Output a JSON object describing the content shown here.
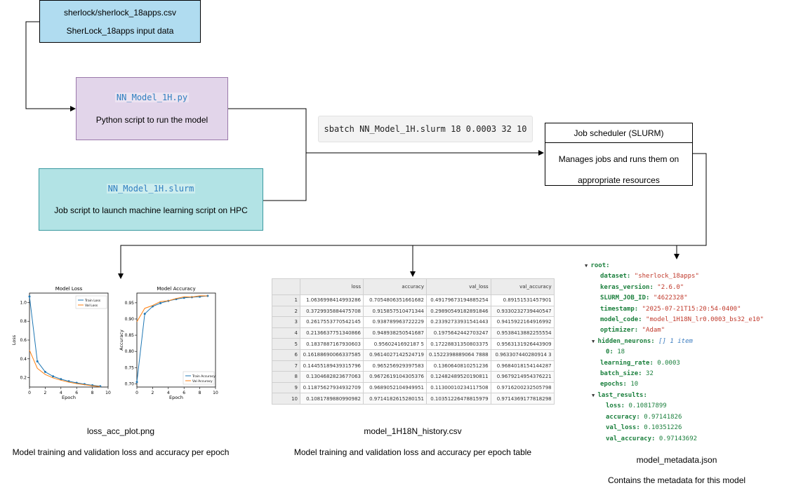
{
  "nodes": {
    "csv": {
      "file": "sherlock/sherlock_18apps.csv",
      "desc": "SherLock_18apps input data",
      "color": "#b0dcf0"
    },
    "py": {
      "file": "NN_Model_1H.py",
      "desc": "Python script to run the model",
      "color": "#e2d5ea"
    },
    "slurm_script": {
      "file": "NN_Model_1H.slurm",
      "desc": "Job script to launch machine learning script on HPC",
      "color": "#b2e3e5"
    },
    "command": "sbatch NN_Model_1H.slurm 18 0.0003 32 10",
    "scheduler": {
      "title": "Job scheduler (SLURM)",
      "line1": "Manages jobs and runs them on",
      "line2": "appropriate resources"
    }
  },
  "outputs": {
    "plot": {
      "file": "loss_acc_plot.png",
      "desc": "Model training and validation loss and accuracy per epoch"
    },
    "history": {
      "file": "model_1H18N_history.csv",
      "desc": "Model training and validation loss and accuracy per epoch table"
    },
    "metadata": {
      "file": "model_metadata.json",
      "desc": "Contains the metadata for this model"
    }
  },
  "history_table": {
    "columns": [
      "loss",
      "accuracy",
      "val_loss",
      "val_accuracy"
    ],
    "rows": [
      [
        "1",
        "1.0636998414993286",
        "0.7054806351661682",
        "0.49179673194885254",
        "0.89151531457901"
      ],
      [
        "2",
        "0.3729935884475708",
        "0.915857510471344",
        "0.29890549182891846",
        "0.9330232739440547"
      ],
      [
        "3",
        "0.2617553770542145",
        "0.938789963722229",
        "0.23392733931541443",
        "0.9415922164916992"
      ],
      [
        "4",
        "0.2136637751340866",
        "0.948938250541687",
        "0.1975642442703247",
        "0.9538413882255554"
      ],
      [
        "5",
        "0.1837887167930603",
        "0.9560241692187 5",
        "0.17228831350803375",
        "0.9563131926443909"
      ],
      [
        "6",
        "0.16188690066337585",
        "0.9614027142524719",
        "0.1522398889064 7888",
        "0.963307440280914 3"
      ],
      [
        "7",
        "0.14455189439315796",
        "0.965256929397583",
        "0.1360640810251236",
        "0.9684018154144287"
      ],
      [
        "8",
        "0.1304682823677063",
        "0.9672619104305376",
        "0.12482489520190811",
        "0.9679214954376221"
      ],
      [
        "9",
        "0.11875627934932709",
        "0.9689052104949951",
        "0.11300010234117508",
        "0.9716200232505798"
      ],
      [
        "10",
        "0.1081789880990982",
        "0.9714182615280151",
        "0.10351226478815979",
        "0.9714369177818298"
      ]
    ]
  },
  "metadata_json": {
    "root_key": "root:",
    "dataset": {
      "key": "dataset:",
      "value": "\"sherlock_18apps\""
    },
    "keras_version": {
      "key": "keras_version:",
      "value": "\"2.6.0\""
    },
    "slurm_job_id": {
      "key": "SLURM_JOB_ID:",
      "value": "\"4622328\""
    },
    "timestamp": {
      "key": "timestamp:",
      "value": "\"2025-07-21T15:20:54-0400\""
    },
    "model_code": {
      "key": "model_code:",
      "value": "\"model_1H18N_lr0.0003_bs32_e10\""
    },
    "optimizer": {
      "key": "optimizer:",
      "value": "\"Adam\""
    },
    "hidden_neurons": {
      "key": "hidden_neurons:",
      "summary": "[] 1 item",
      "item_key": "0:",
      "item_value": "18"
    },
    "learning_rate": {
      "key": "learning_rate:",
      "value": "0.0003"
    },
    "batch_size": {
      "key": "batch_size:",
      "value": "32"
    },
    "epochs": {
      "key": "epochs:",
      "value": "10"
    },
    "last_results": {
      "key": "last_results:",
      "loss": {
        "key": "loss:",
        "value": "0.10817899"
      },
      "accuracy": {
        "key": "accuracy:",
        "value": "0.97141826"
      },
      "val_loss": {
        "key": "val_loss:",
        "value": "0.10351226"
      },
      "val_accuracy": {
        "key": "val_accuracy:",
        "value": "0.97143692"
      }
    }
  },
  "chart_data": [
    {
      "type": "line",
      "title": "Model Loss",
      "xlabel": "Epoch",
      "ylabel": "Loss",
      "xlim": [
        0,
        10
      ],
      "ylim": [
        0.1,
        1.1
      ],
      "xticks": [
        0,
        2,
        4,
        6,
        8,
        10
      ],
      "yticks": [
        0.2,
        0.4,
        0.6,
        0.8,
        1.0
      ],
      "legend": "top-right",
      "series": [
        {
          "name": "Train Loss",
          "color": "#1f77b4",
          "marker": "circle",
          "x": [
            0,
            1,
            2,
            3,
            4,
            5,
            6,
            7,
            8,
            9
          ],
          "y": [
            1.0637,
            0.373,
            0.2618,
            0.2137,
            0.1838,
            0.1619,
            0.1446,
            0.1305,
            0.1188,
            0.1082
          ]
        },
        {
          "name": "Val Loss",
          "color": "#ff7f0e",
          "x": [
            0,
            1,
            2,
            3,
            4,
            5,
            6,
            7,
            8,
            9
          ],
          "y": [
            0.4918,
            0.2989,
            0.2339,
            0.1976,
            0.1723,
            0.1522,
            0.1361,
            0.1248,
            0.113,
            0.1035
          ]
        }
      ]
    },
    {
      "type": "line",
      "title": "Model Accuracy",
      "xlabel": "Epoch",
      "ylabel": "Accuracy",
      "xlim": [
        0,
        10
      ],
      "ylim": [
        0.69,
        0.98
      ],
      "xticks": [
        0,
        2,
        4,
        6,
        8,
        10
      ],
      "yticks": [
        0.7,
        0.75,
        0.8,
        0.85,
        0.9,
        0.95
      ],
      "legend": "bottom-right",
      "series": [
        {
          "name": "Train Accuracy",
          "color": "#1f77b4",
          "marker": "circle",
          "x": [
            0,
            1,
            2,
            3,
            4,
            5,
            6,
            7,
            8,
            9
          ],
          "y": [
            0.7055,
            0.9159,
            0.9388,
            0.9489,
            0.956,
            0.9614,
            0.9653,
            0.9673,
            0.9689,
            0.9714
          ]
        },
        {
          "name": "Val Accuracy",
          "color": "#ff7f0e",
          "x": [
            0,
            1,
            2,
            3,
            4,
            5,
            6,
            7,
            8,
            9
          ],
          "y": [
            0.8915,
            0.933,
            0.9416,
            0.9538,
            0.9563,
            0.9633,
            0.9684,
            0.9679,
            0.9716,
            0.9714
          ]
        }
      ]
    }
  ]
}
